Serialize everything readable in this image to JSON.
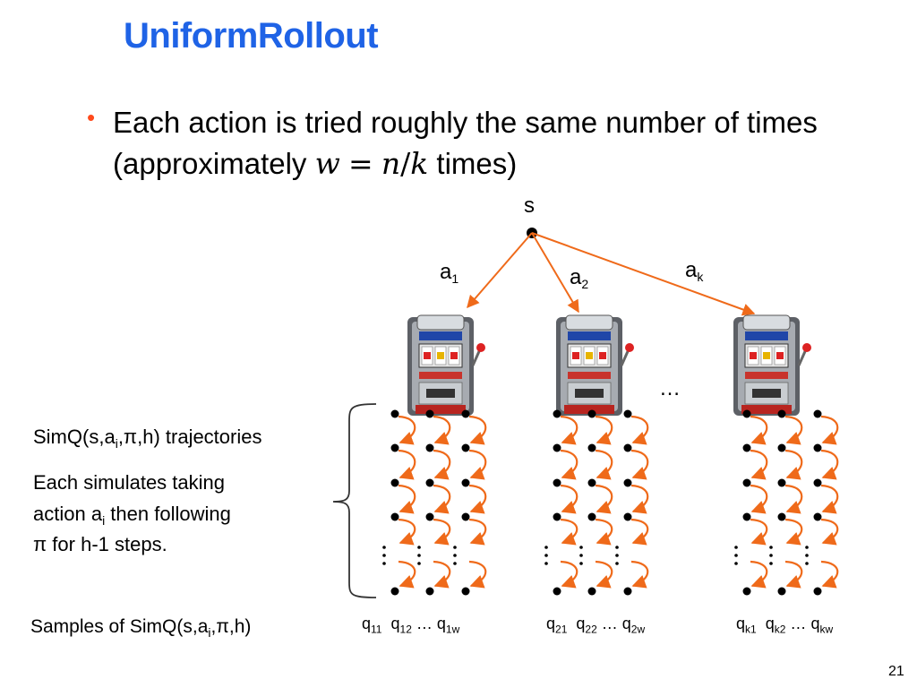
{
  "slide": {
    "title": "UniformRollout",
    "page_number": "21"
  },
  "bullet": {
    "text_before": "Each action is tried roughly the same number of times (approximately",
    "math_w": "w",
    "math_eq": "=",
    "math_n": "n",
    "math_slash": "/",
    "math_k": "k",
    "text_after": "times)"
  },
  "tree": {
    "root_label": "s",
    "actions": [
      {
        "name": "a",
        "sub": "1"
      },
      {
        "name": "a",
        "sub": "2"
      },
      {
        "name": "a",
        "sub": "k"
      }
    ],
    "between_ellipsis": "…"
  },
  "annotations": {
    "traj_prefix": "SimQ(s,a",
    "traj_sub": "i",
    "traj_suffix": ",π,h) trajectories",
    "desc_line1": "Each simulates taking",
    "desc_line2_prefix": "action a",
    "desc_line2_sub": "i",
    "desc_line2_suffix": " then following",
    "desc_line3": "π for h-1 steps.",
    "samples_prefix": "Samples of SimQ(s,a",
    "samples_sub": "i",
    "samples_suffix": ",π,h)"
  },
  "q_groups": [
    {
      "q": "q",
      "s1": "11",
      "s2": "12",
      "dots": " … ",
      "s3": "1w"
    },
    {
      "q": "q",
      "s1": "21",
      "s2": "22",
      "dots": " … ",
      "s3": "2w"
    },
    {
      "q": "q",
      "s1": "k1",
      "s2": "k2",
      "dots": " … ",
      "s3": "kw"
    }
  ],
  "icons": {
    "bandit": "slot-machine-icon"
  },
  "colors": {
    "title": "#1f63e6",
    "bullet": "#ff4a1c",
    "arrow": "#ef6a1a"
  }
}
